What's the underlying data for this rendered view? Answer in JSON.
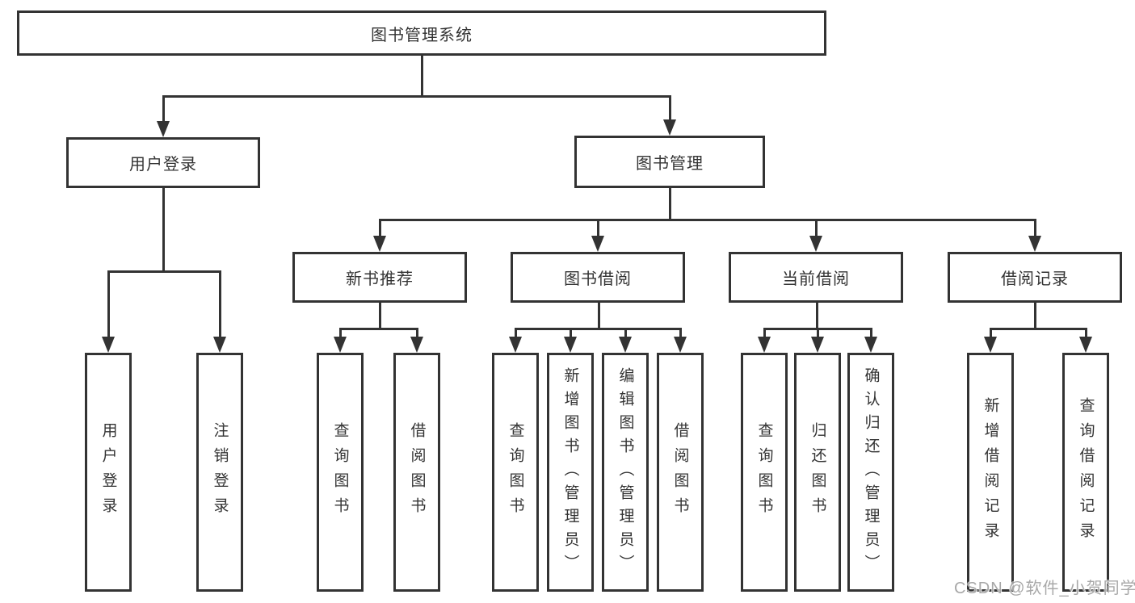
{
  "diagram": {
    "root": {
      "label": "图书管理系统"
    },
    "level2": [
      {
        "label": "用户登录"
      },
      {
        "label": "图书管理"
      }
    ],
    "level3": [
      {
        "label": "新书推荐"
      },
      {
        "label": "图书借阅"
      },
      {
        "label": "当前借阅"
      },
      {
        "label": "借阅记录"
      }
    ],
    "leaves": {
      "user_login": [
        "用户登录",
        "注销登录"
      ],
      "new_book": [
        "查询图书",
        "借阅图书"
      ],
      "book_borrow": [
        "查询图书",
        "新增图书（管理员）",
        "编辑图书（管理员）",
        "借阅图书"
      ],
      "current_borrow": [
        "查询图书",
        "归还图书",
        "确认归还（管理员）"
      ],
      "borrow_records": [
        "新增借阅记录",
        "查询借阅记录"
      ]
    }
  },
  "watermark": "CSDN @软件_小贺同学",
  "colors": {
    "line": "#333333",
    "text": "#333333",
    "background": "#ffffff",
    "watermark": "#a8a8a8"
  }
}
